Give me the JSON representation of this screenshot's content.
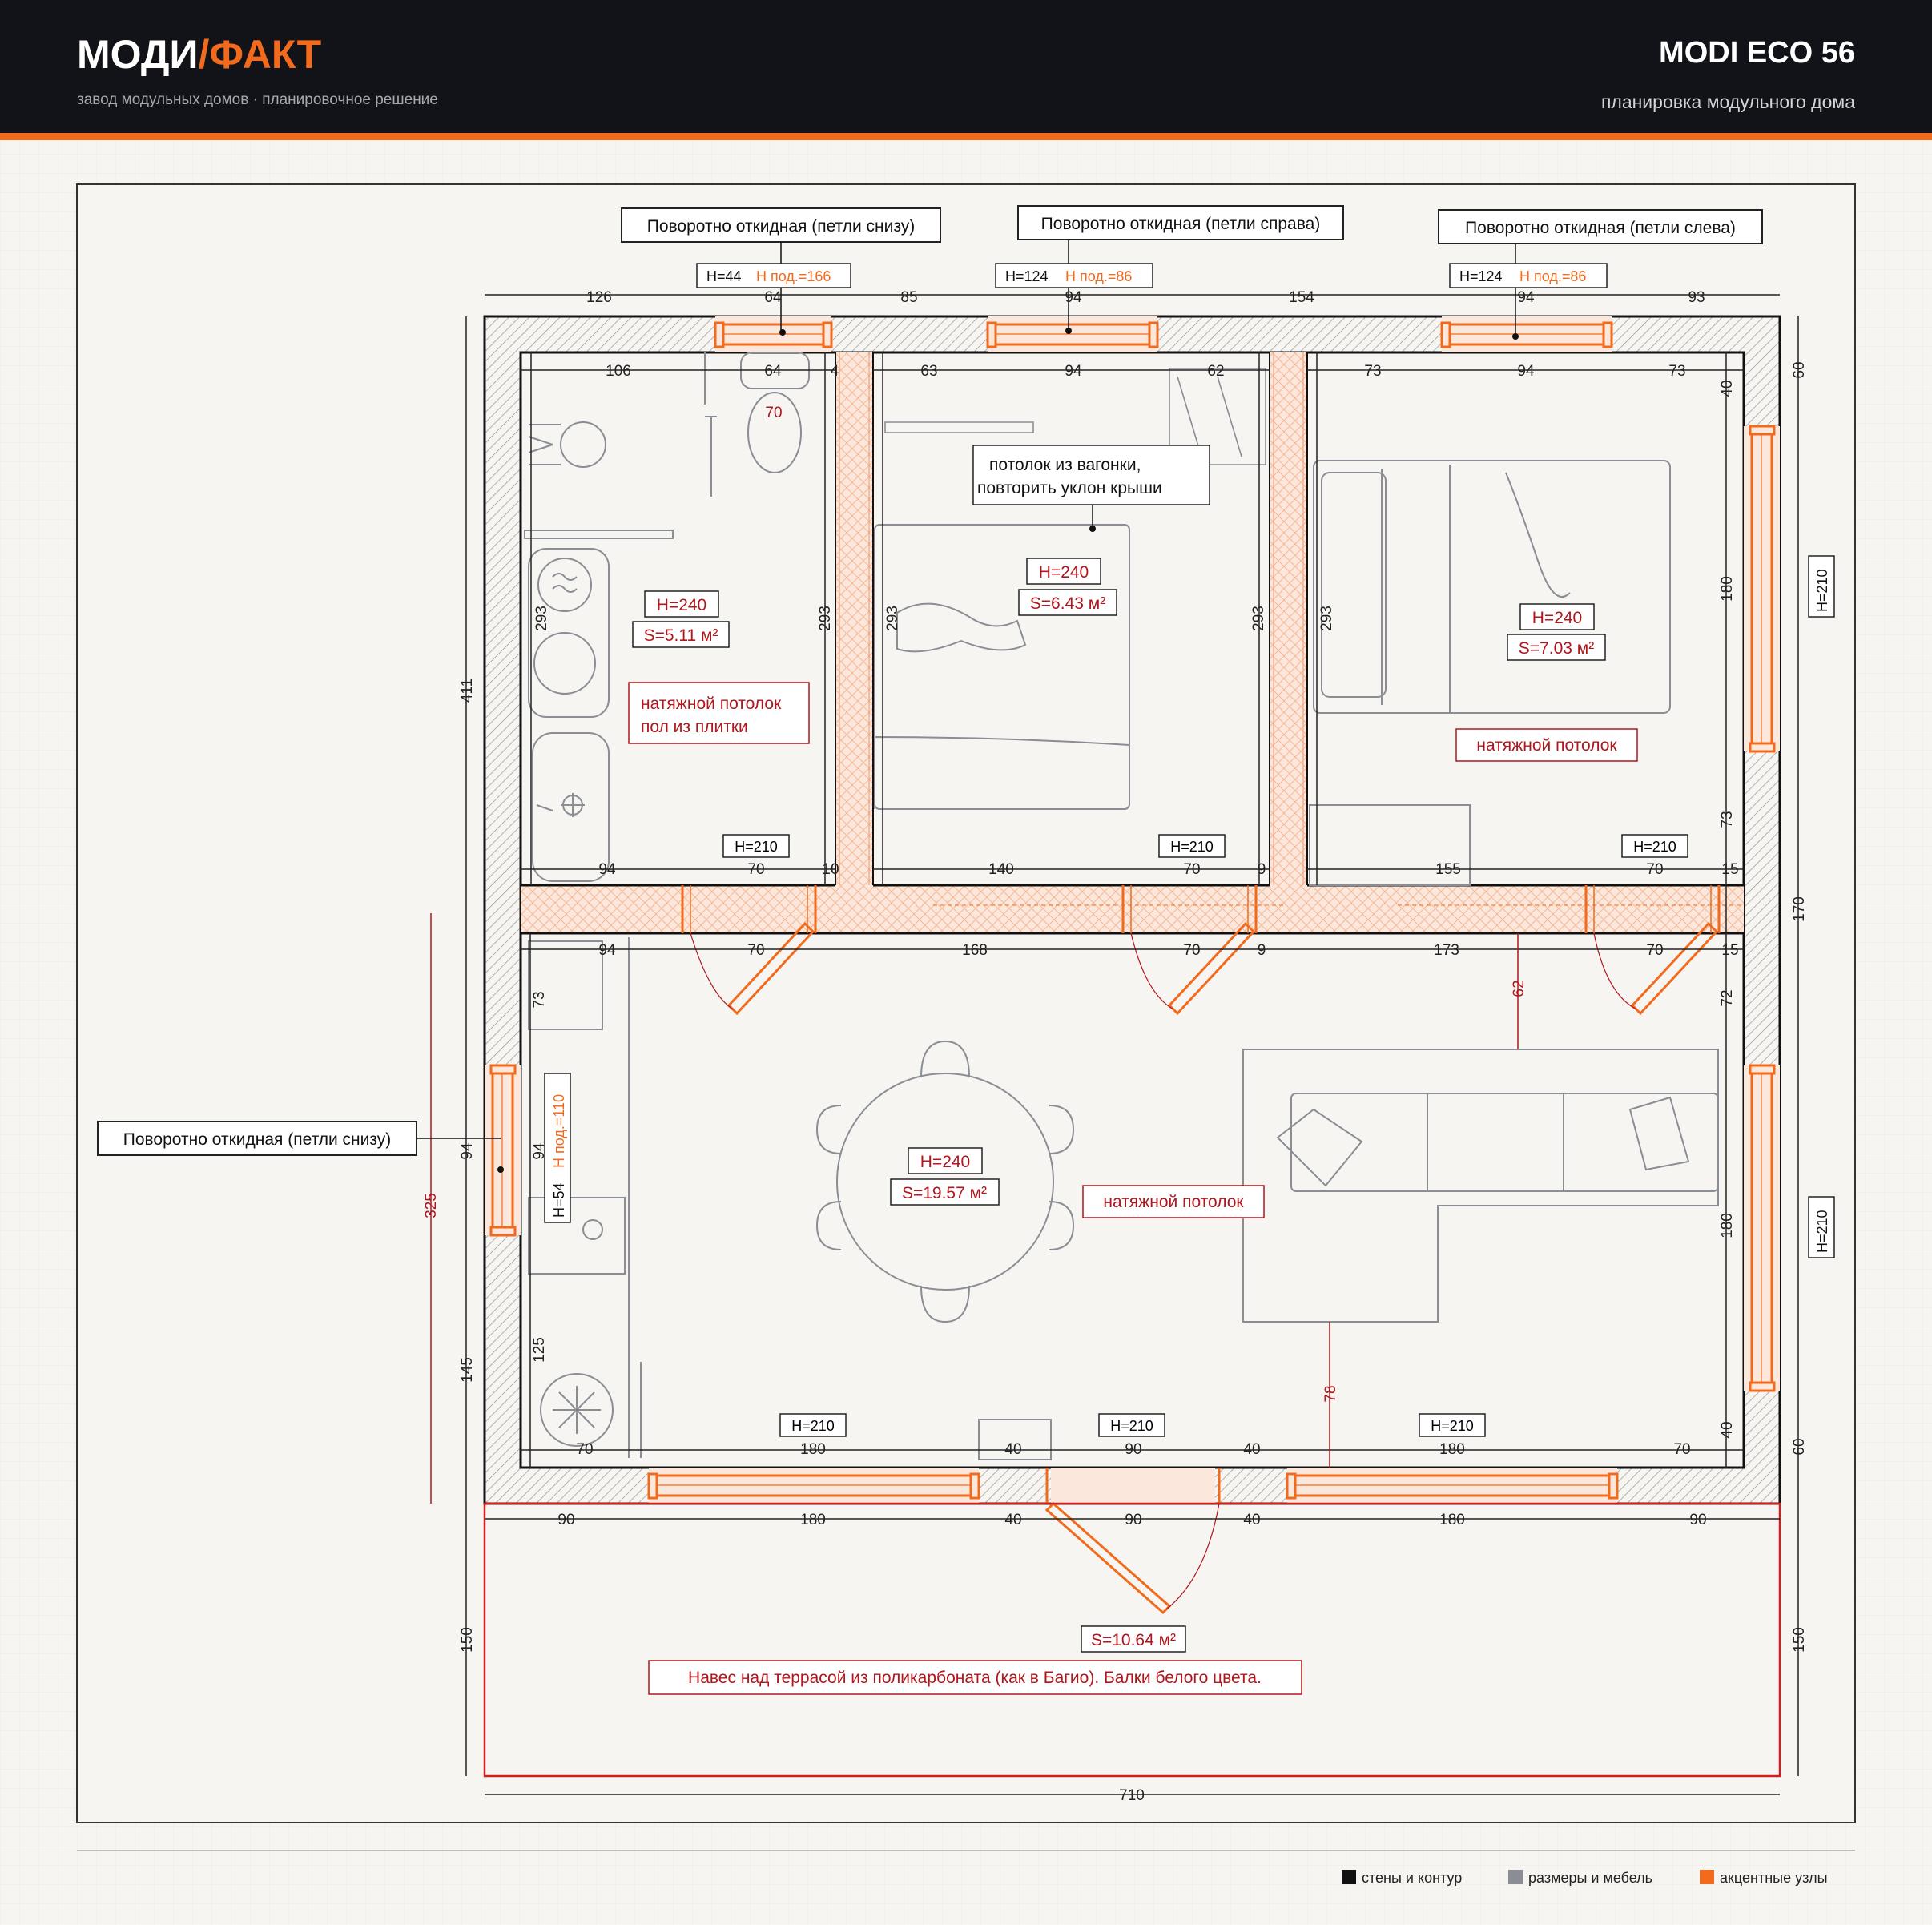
{
  "header": {
    "brand_left": "МОДИ",
    "brand_right": "/ФАКТ",
    "subtitle": "завод модульных домов · планировочное решение",
    "title": "MODI ECO 56",
    "title_sub": "планировка модульного дома"
  },
  "window_labels": {
    "top1": "Поворотно откидная (петли снизу)",
    "top2": "Поворотно откидная (петли справа)",
    "top3": "Поворотно откидная (петли слева)",
    "left": "Поворотно откидная (петли снизу)"
  },
  "window_heights": {
    "w1_h": "H=44",
    "w1_sill": "Н под.=166",
    "w2_h": "H=124",
    "w2_sill": "Н под.=86",
    "w3_h": "H=124",
    "w3_sill": "Н под.=86",
    "wl_h": "H=54",
    "wl_sill": "Н под.=110",
    "wr1_h": "H=210",
    "wr2_h": "H=210"
  },
  "rooms": {
    "bath": {
      "height": "H=240",
      "area": "S=5.11 м²",
      "note1": "натяжной потолок",
      "note2": "пол из плитки"
    },
    "bed1": {
      "height": "H=240",
      "area": "S=6.43 м²",
      "note1": "потолок из вагонки,",
      "note2": "повторить уклон крыши"
    },
    "bed2": {
      "height": "H=240",
      "area": "S=7.03 м²",
      "note": "натяжной потолок"
    },
    "living": {
      "height": "H=240",
      "area": "S=19.57 м²",
      "note": "натяжной потолок"
    },
    "terrace": {
      "area": "S=10.64 м²",
      "note": "Навес над террасой из поликарбоната (как в Багио). Балки белого цвета."
    }
  },
  "door_heights": {
    "d1": "H=210",
    "d2": "H=210",
    "d3": "H=210",
    "f1": "H=210",
    "f2": "H=210",
    "f3": "H=210"
  },
  "dims": {
    "top_outer": [
      "126",
      "64",
      "85",
      "94",
      "154",
      "94",
      "93"
    ],
    "top_inner": [
      "106",
      "64",
      "4",
      "63",
      "94",
      "62",
      "73",
      "94",
      "73"
    ],
    "toilet_gap": "70",
    "room_heights": [
      "293",
      "293",
      "293",
      "293",
      "293"
    ],
    "corr_top": [
      "94",
      "70",
      "10",
      "140",
      "70",
      "9",
      "155",
      "70",
      "15"
    ],
    "corr_bottom": [
      "94",
      "70",
      "168",
      "70",
      "9",
      "173",
      "70",
      "15"
    ],
    "sofa_gap": "62",
    "sofa_gap_bottom": "78",
    "left_outer": [
      "411",
      "94",
      "145",
      "150"
    ],
    "left_red": "325",
    "left_inner": [
      "73",
      "94",
      "125"
    ],
    "right_inner": [
      "40",
      "180",
      "73",
      "72",
      "180",
      "40"
    ],
    "right_outer": [
      "60",
      "210",
      "170",
      "210",
      "60",
      "150"
    ],
    "bottom_inner": [
      "70",
      "180",
      "40",
      "90",
      "40",
      "180",
      "70"
    ],
    "bottom_outer": [
      "90",
      "180",
      "40",
      "90",
      "40",
      "180",
      "90"
    ],
    "total_width": "710"
  },
  "legend": [
    {
      "label": "стены и контур",
      "color": "#111111"
    },
    {
      "label": "размеры и мебель",
      "color": "#8a8d94"
    },
    {
      "label": "акцентные узлы",
      "color": "#f26b1d"
    }
  ],
  "colors": {
    "accent": "#f26b1d",
    "red_text": "#b0161c",
    "header_bg": "#111318"
  }
}
